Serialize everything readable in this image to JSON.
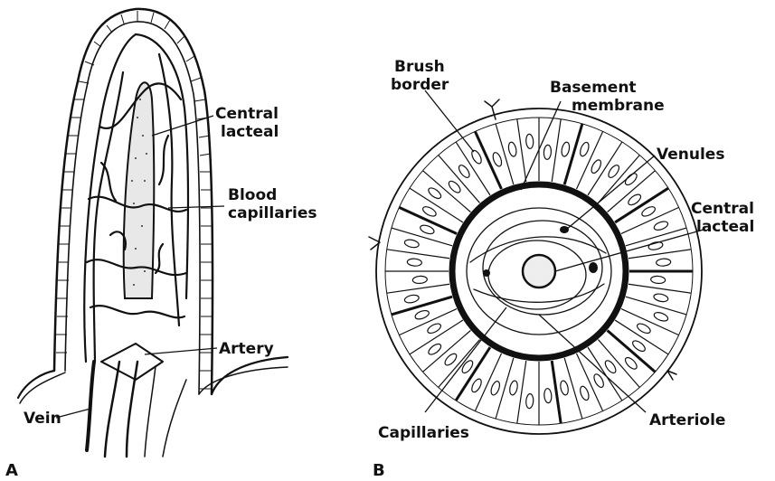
{
  "figure": {
    "panel_a": {
      "letter": "A",
      "labels": {
        "central_lacteal": [
          "Central",
          "lacteal"
        ],
        "blood_capillaries": [
          "Blood",
          "capillaries"
        ],
        "artery": "Artery",
        "vein": "Vein"
      }
    },
    "panel_b": {
      "letter": "B",
      "labels": {
        "brush_border": [
          "Brush",
          "border"
        ],
        "basement_membrane": [
          "Basement",
          "membrane"
        ],
        "venules": "Venules",
        "central_lacteal": [
          "Central",
          "lacteal"
        ],
        "capillaries": "Capillaries",
        "arteriole": "Arteriole"
      }
    }
  }
}
